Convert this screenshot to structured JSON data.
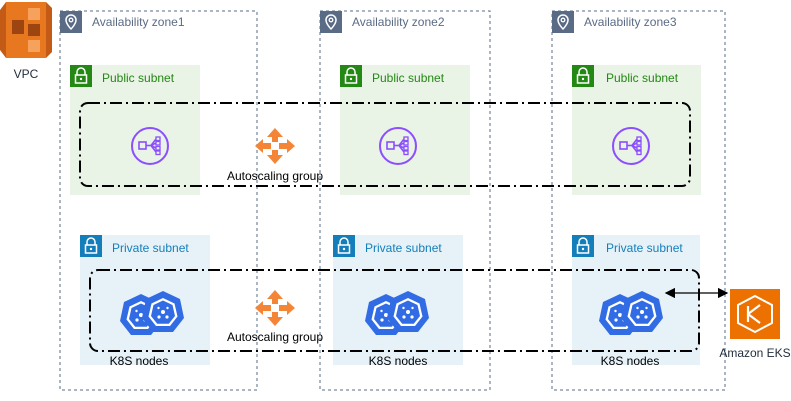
{
  "vpc": {
    "label": "VPC",
    "icon": "vpc-icon",
    "color": "#E7781F"
  },
  "zones": [
    {
      "label": "Availability zone1",
      "icon": "location-pin-icon"
    },
    {
      "label": "Availability zone2",
      "icon": "location-pin-icon"
    },
    {
      "label": "Availability zone3",
      "icon": "location-pin-icon"
    }
  ],
  "public_subnets": [
    {
      "label": "Public subnet",
      "icon": "lock-icon",
      "node_icon": "load-balancer-icon"
    },
    {
      "label": "Public subnet",
      "icon": "lock-icon",
      "node_icon": "load-balancer-icon"
    },
    {
      "label": "Public subnet",
      "icon": "lock-icon",
      "node_icon": "load-balancer-icon"
    }
  ],
  "private_subnets": [
    {
      "label": "Private subnet",
      "icon": "lock-icon",
      "node_label": "K8S nodes",
      "node_icon": "kubernetes-nodes-icon"
    },
    {
      "label": "Private subnet",
      "icon": "lock-icon",
      "node_label": "K8S nodes",
      "node_icon": "kubernetes-nodes-icon"
    },
    {
      "label": "Private subnet",
      "icon": "lock-icon",
      "node_label": "K8S nodes",
      "node_icon": "kubernetes-nodes-icon"
    }
  ],
  "autoscaling_groups": [
    {
      "label": "Autoscaling group",
      "icon": "autoscaling-arrows-icon"
    },
    {
      "label": "Autoscaling group",
      "icon": "autoscaling-arrows-icon"
    }
  ],
  "eks": {
    "label": "Amazon EKS",
    "icon": "eks-icon",
    "color": "#ED7100"
  },
  "colors": {
    "public_fill": "#E9F3E6",
    "public_accent": "#248814",
    "private_fill": "#E6F2F8",
    "private_accent": "#147EBA",
    "zone_border": "#5A6B86",
    "lb_purple": "#8C4FFF",
    "k8s_blue": "#326CE5",
    "autoscale_orange": "#F58536"
  }
}
